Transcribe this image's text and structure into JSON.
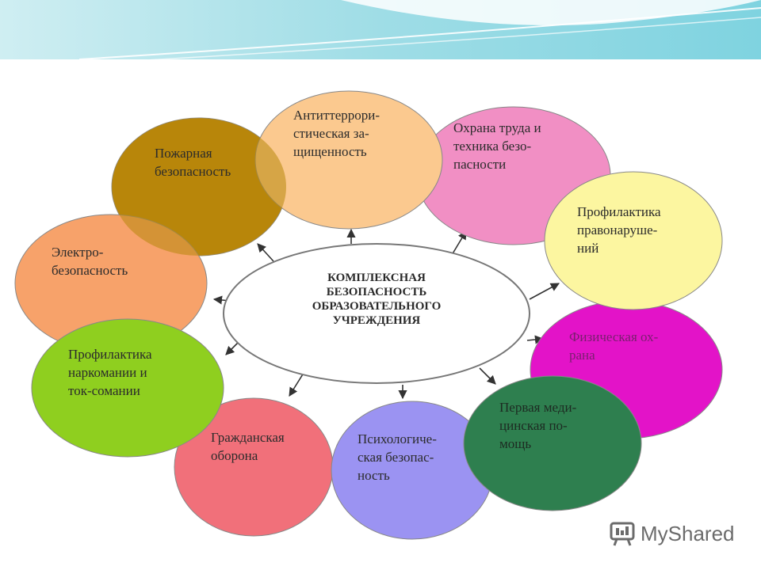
{
  "center": {
    "text": "КОМПЛЕКСНАЯ\nБЕЗОПАСНОСТЬ\nОБРАЗОВАТЕЛЬНОГО\nУЧРЕЖДЕНИЯ"
  },
  "nodes": [
    {
      "id": "fire",
      "text": "Пожарная\nбезопасность",
      "color": "#b8860b"
    },
    {
      "id": "antiterror",
      "text": "Антиттеррори-\nстическая за-\nщищенность",
      "color": "#fbc98f"
    },
    {
      "id": "labor",
      "text": "Охрана труда и\nтехника безо-\nпасности",
      "color": "#f18fc4"
    },
    {
      "id": "offense",
      "text": "Профилактика\nправонаруше-\nний",
      "color": "#fcf6a0"
    },
    {
      "id": "electro",
      "text": "Электро-\nбезопасность",
      "color": "#f7a26a"
    },
    {
      "id": "physical",
      "text": "Физическая ох-\nрана",
      "color": "#e313c8"
    },
    {
      "id": "drugs",
      "text": "Профилактика\nнаркомании и\nток-сомании",
      "color": "#8fcf1f"
    },
    {
      "id": "civil",
      "text": "Гражданская\nоборона",
      "color": "#f1707a"
    },
    {
      "id": "psych",
      "text": "Психологиче-\nская безопас-\nность",
      "color": "#9b93f2"
    },
    {
      "id": "medical",
      "text": "Первая меди-\nцинская по-\nмощь",
      "color": "#2e7f4f"
    }
  ],
  "watermark": {
    "text": "MyShared"
  }
}
